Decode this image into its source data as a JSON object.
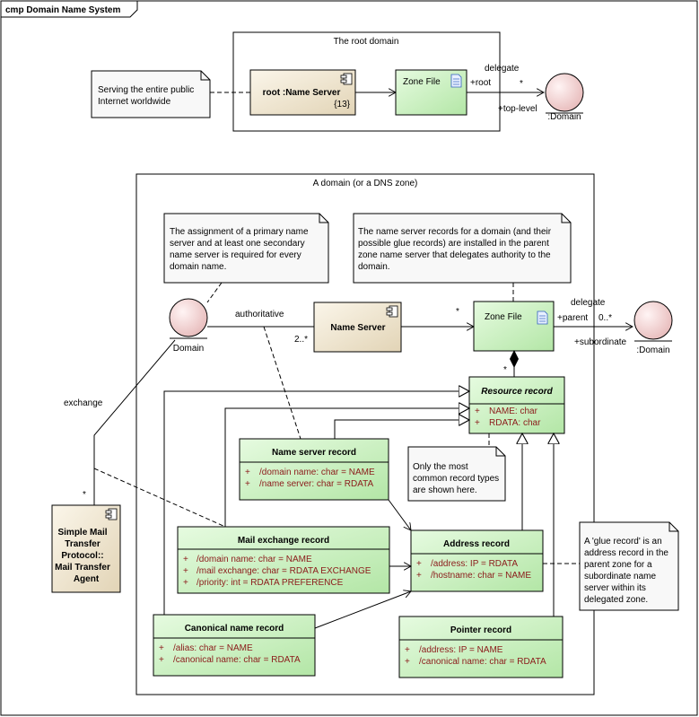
{
  "frame": {
    "title": "cmp Domain Name System"
  },
  "root_domain": {
    "title": "The root domain",
    "note": [
      "Serving the entire public",
      "Internet worldwide"
    ],
    "name_server": {
      "name": "root :Name Server",
      "tag": "{13}"
    },
    "zone_file": "Zone File",
    "domain": ":Domain",
    "labels": {
      "delegate": "delegate",
      "root": "+root",
      "star": "*",
      "top_level": "+top-level"
    }
  },
  "dns_zone": {
    "title": "A domain (or a DNS zone)",
    "note_assignment": [
      "The assignment of a primary name",
      "server and at least one secondary",
      "name server is required for every",
      "domain name."
    ],
    "note_records": [
      "The name server records for a domain (and their",
      "possible glue records) are installed in the parent",
      "zone name server that delegates authority to the",
      "domain."
    ],
    "note_common": [
      "Only the most",
      "common record types",
      "are shown here."
    ],
    "domain": "Domain",
    "name_server": "Name Server",
    "zone_file": "Zone File",
    "sub_domain": ":Domain",
    "labels": {
      "authoritative": "authoritative",
      "two_many": "2..*",
      "star": "*",
      "delegate": "delegate",
      "parent": "+parent",
      "zero_many": "0..*",
      "subordinate": "+subordinate",
      "comp_star": "*"
    },
    "resource_record": {
      "name": "Resource record",
      "attrs": [
        "NAME:  char",
        "RDATA:  char"
      ]
    },
    "name_server_record": {
      "name": "Name server record",
      "attrs": [
        "/domain name:  char = NAME",
        "/name server:  char = RDATA"
      ]
    },
    "mail_exchange_record": {
      "name": "Mail exchange record",
      "attrs": [
        "/domain name:  char = NAME",
        "/mail exchange:  char = RDATA EXCHANGE",
        "/priority:  int = RDATA PREFERENCE"
      ]
    },
    "address_record": {
      "name": "Address record",
      "attrs": [
        "/address:  IP = RDATA",
        "/hostname:  char = NAME"
      ]
    },
    "canonical_name_record": {
      "name": "Canonical name record",
      "attrs": [
        "/alias:  char = NAME",
        "/canonical name:  char = RDATA"
      ]
    },
    "pointer_record": {
      "name": "Pointer record",
      "attrs": [
        "/address:  IP = NAME",
        "/canonical name:  char = RDATA"
      ]
    }
  },
  "smtp": {
    "lines": [
      "Simple Mail",
      "Transfer",
      "Protocol::",
      "Mail Transfer",
      "Agent"
    ],
    "exchange": "exchange",
    "star": "*"
  },
  "glue_note": [
    "A 'glue record' is an",
    "address record in the",
    "parent zone for a",
    "subordinate name",
    "server within its",
    "delegated zone."
  ],
  "colors": {
    "component_fill": "#f0e6d2",
    "class_fill": "#c8f0c0",
    "interface_fill": "#f2d6d6",
    "note_fill": "#f8f8f8",
    "attribute_text": "#8b1a1a"
  }
}
